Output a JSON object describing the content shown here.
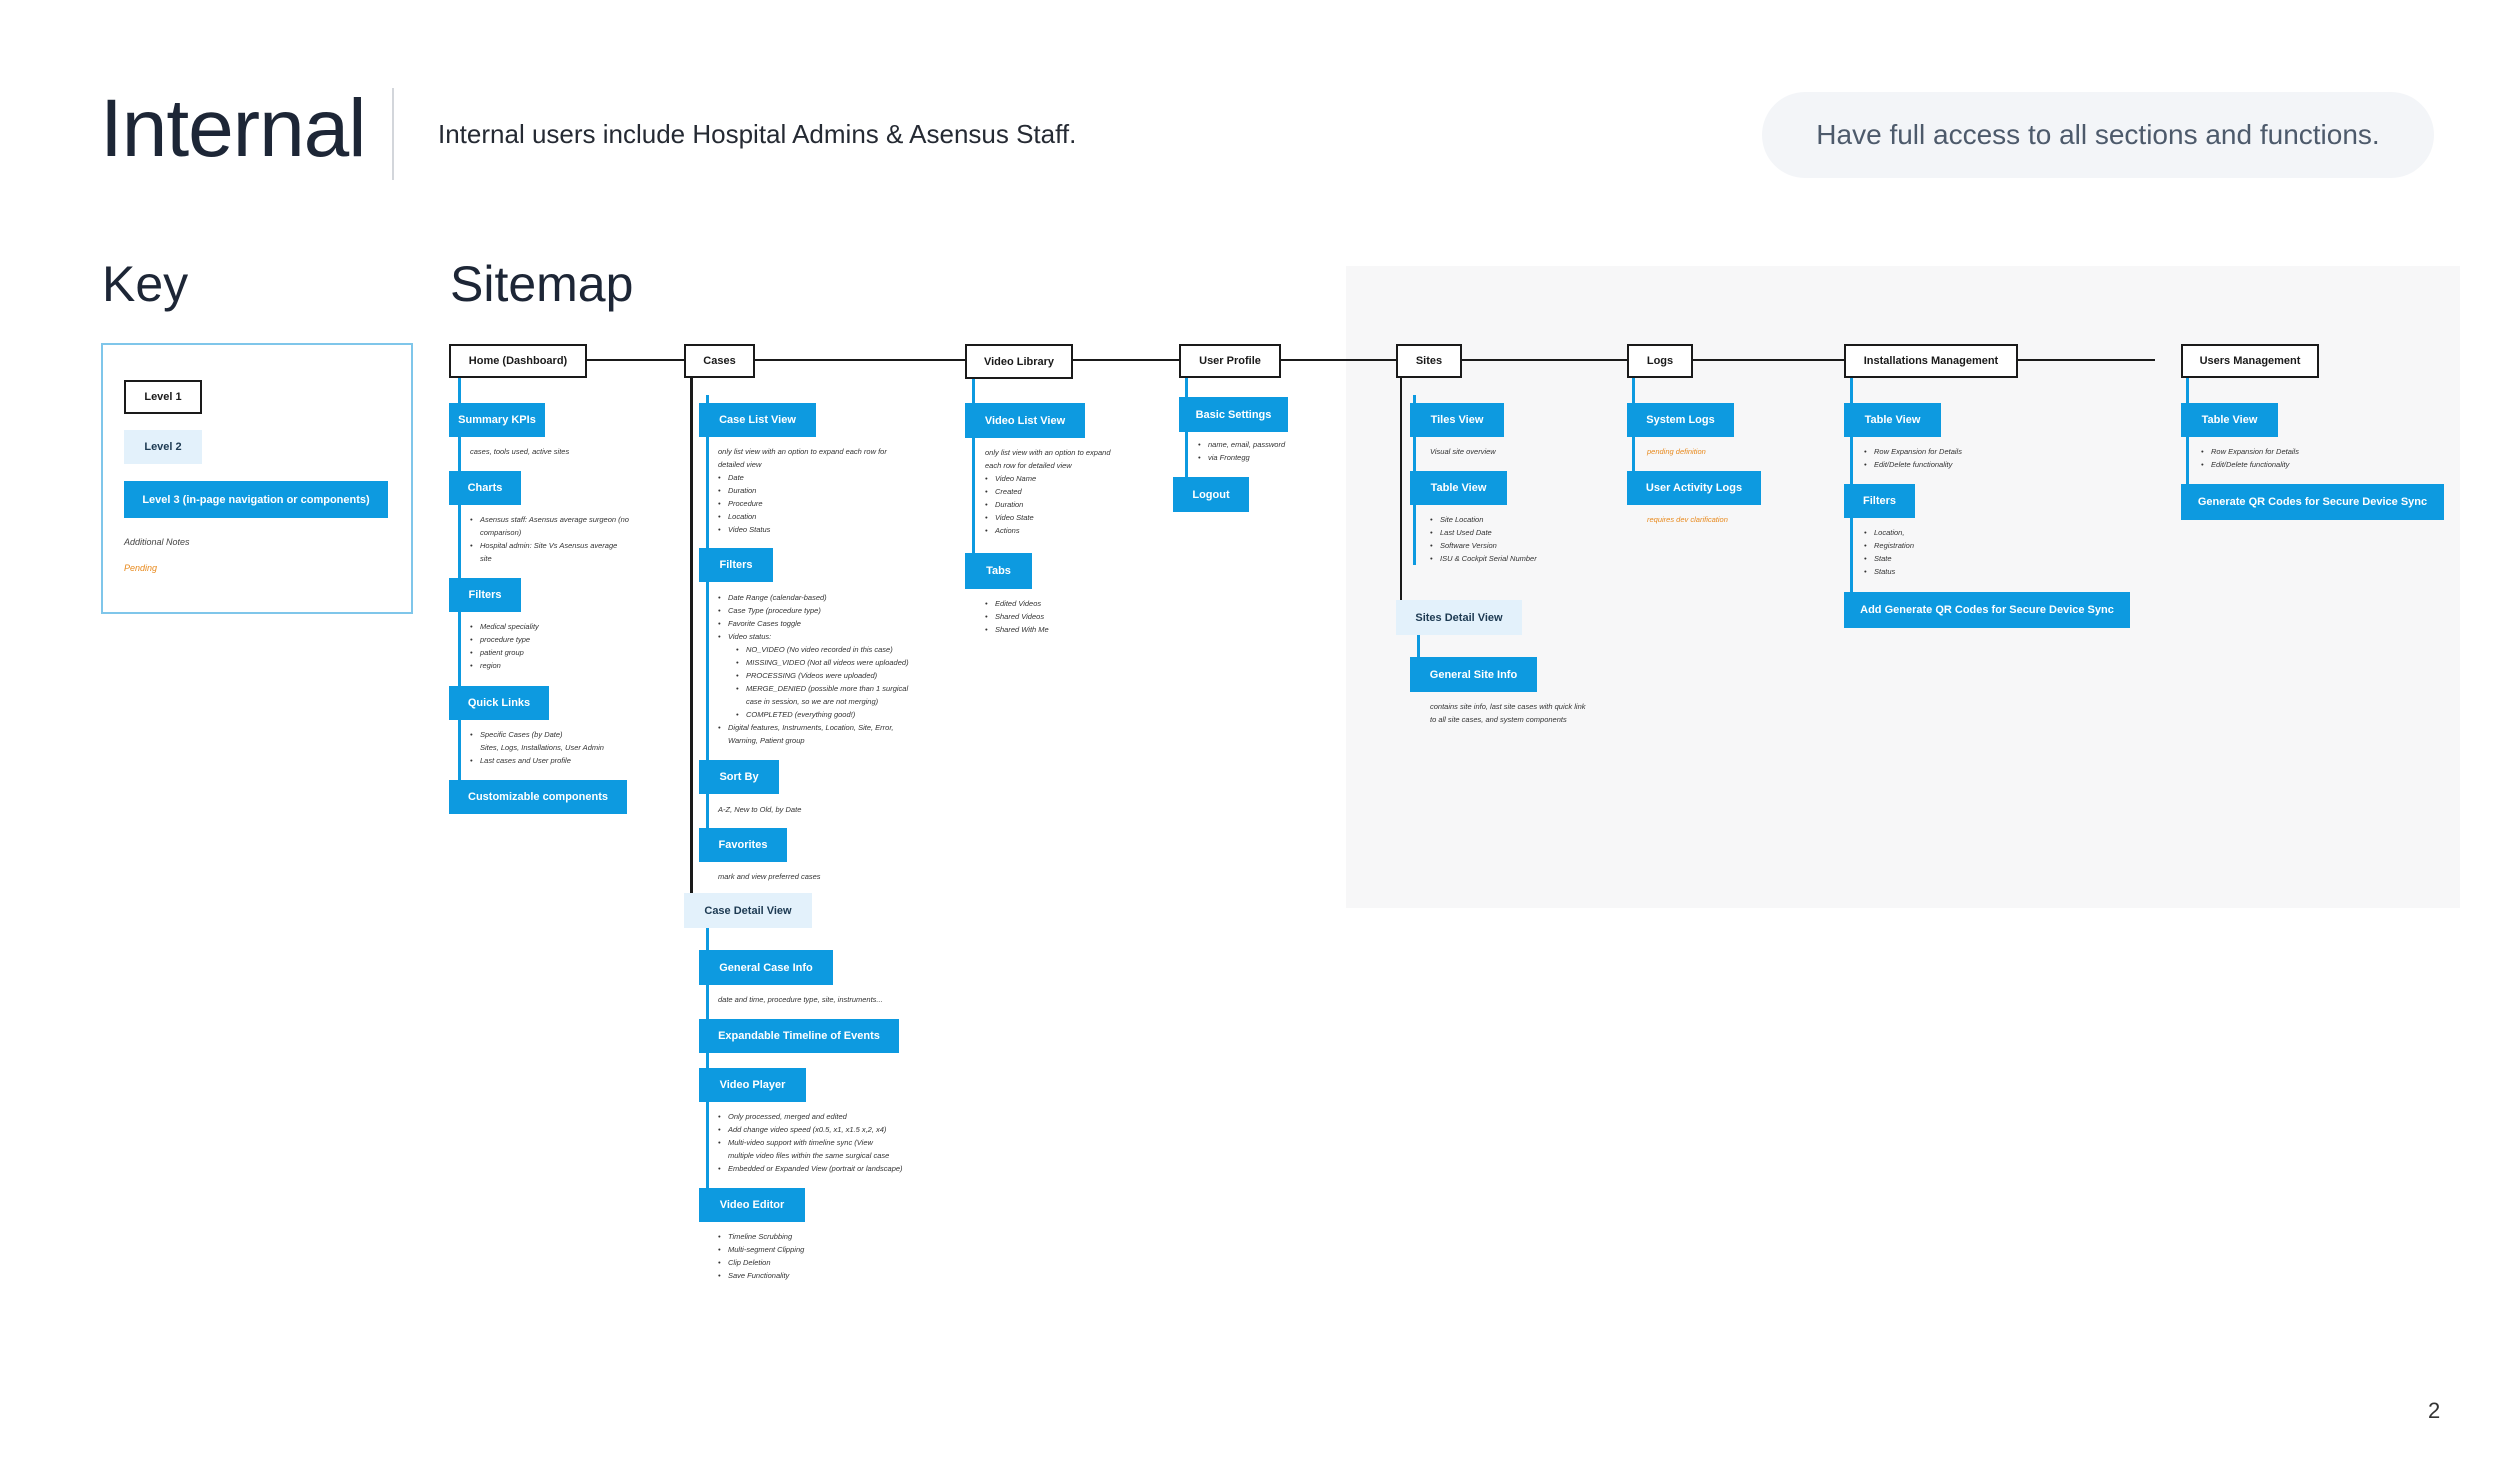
{
  "header": {
    "title": "Internal",
    "subtitle": "Internal users include Hospital Admins & Asensus Staff.",
    "pill": "Have full access to all sections and functions."
  },
  "key": {
    "heading": "Key",
    "level1": "Level 1",
    "level2": "Level 2",
    "level3": "Level 3 (in-page navigation or components)",
    "additional_notes": "Additional Notes",
    "pending": "Pending"
  },
  "sitemap": {
    "heading": "Sitemap",
    "home": {
      "label": "Home (Dashboard)",
      "summary_kpis": "Summary KPIs",
      "summary_kpis_note": "cases, tools used, active sites",
      "charts": "Charts",
      "charts_notes": [
        "Asensus staff: Asensus average surgeon (no",
        "comparison)",
        "Hospital admin: Site Vs Asensus average",
        "site"
      ],
      "filters": "Filters",
      "filters_notes": [
        "Medical speciality",
        "procedure type",
        "patient group",
        "region"
      ],
      "quick_links": "Quick Links",
      "quick_links_notes": [
        "Specific Cases (by Date)",
        "Sites, Logs, Installations, User Admin",
        "Last cases and User profile"
      ],
      "customizable": "Customizable components"
    },
    "cases": {
      "label": "Cases",
      "case_list_view": "Case List View",
      "case_list_notes": [
        "only list view with an option to expand each row for",
        "detailed view",
        "Date",
        "Duration",
        "Procedure",
        "Location",
        "Video Status"
      ],
      "filters": "Filters",
      "filters_notes": [
        "Date Range (calendar-based)",
        "Case Type (procedure type)",
        "Favorite Cases toggle",
        "Video status:",
        "NO_VIDEO (No video recorded in this case)",
        "MISSING_VIDEO (Not all videos were uploaded)",
        "PROCESSING (Videos were uploaded)",
        "MERGE_DENIED (possible more than 1 surgical",
        "case in session, so we are not merging)",
        "COMPLETED (everything good!)",
        "Digital features, Instruments, Location, Site, Error,",
        "Warning, Patient group"
      ],
      "sort_by": "Sort By",
      "sort_by_note": "A-Z, New to Old, by Date",
      "favorites": "Favorites",
      "favorites_note": "mark and view preferred cases",
      "case_detail_view": "Case Detail View",
      "general_case_info": "General Case Info",
      "general_case_info_note": "date and time, procedure type, site, instruments...",
      "timeline": "Expandable Timeline of Events",
      "video_player": "Video Player",
      "video_player_notes": [
        "Only processed, merged and edited",
        "Add change video speed (x0.5, x1, x1.5 x,2, x4)",
        "Multi-video support with timeline sync (View",
        "multiple video files within the same surgical case",
        "Embedded or Expanded View (portrait or landscape)"
      ],
      "video_editor": "Video Editor",
      "video_editor_notes": [
        "Timeline Scrubbing",
        "Multi-segment Clipping",
        "Clip Deletion",
        "Save Functionality"
      ]
    },
    "video_library": {
      "label": "Video Library",
      "video_list_view": "Video List View",
      "video_list_notes": [
        "only list view with an option to expand",
        "each row for detailed view",
        "Video Name",
        "Created",
        "Duration",
        "Video State",
        "Actions"
      ],
      "tabs": "Tabs",
      "tabs_notes": [
        "Edited Videos",
        "Shared Videos",
        "Shared With Me"
      ]
    },
    "user_profile": {
      "label": "User Profile",
      "basic_settings": "Basic Settings",
      "basic_settings_notes": [
        "name, email, password",
        "via Frontegg"
      ],
      "logout": "Logout"
    },
    "sites": {
      "label": "Sites",
      "tiles_view": "Tiles View",
      "tiles_view_note": "Visual site overview",
      "table_view": "Table View",
      "table_view_notes": [
        "Site Location",
        "Last Used Date",
        "Software Version",
        "ISU & Cockpit Serial Number"
      ],
      "sites_detail_view": "Sites Detail View",
      "general_site_info": "General Site Info",
      "general_site_info_notes": [
        "contains site info, last site cases with quick link",
        "to all site cases, and system components"
      ]
    },
    "logs": {
      "label": "Logs",
      "system_logs": "System Logs",
      "system_logs_note": "pending definition",
      "user_activity_logs": "User Activity Logs",
      "user_activity_logs_note": "requires dev clarification"
    },
    "installations": {
      "label": "Installations Management",
      "table_view": "Table View",
      "table_view_notes": [
        "Row Expansion for Details",
        "Edit/Delete functionality"
      ],
      "filters": "Filters",
      "filters_notes": [
        "Location,",
        "Registration",
        "State",
        "Status"
      ],
      "qr": "Add Generate QR Codes for Secure Device Sync"
    },
    "users": {
      "label": "Users Management",
      "table_view": "Table View",
      "table_view_notes": [
        "Row Expansion for Details",
        "Edit/Delete functionality"
      ],
      "qr": "Generate QR Codes for Secure Device Sync"
    }
  },
  "page_number": "2"
}
